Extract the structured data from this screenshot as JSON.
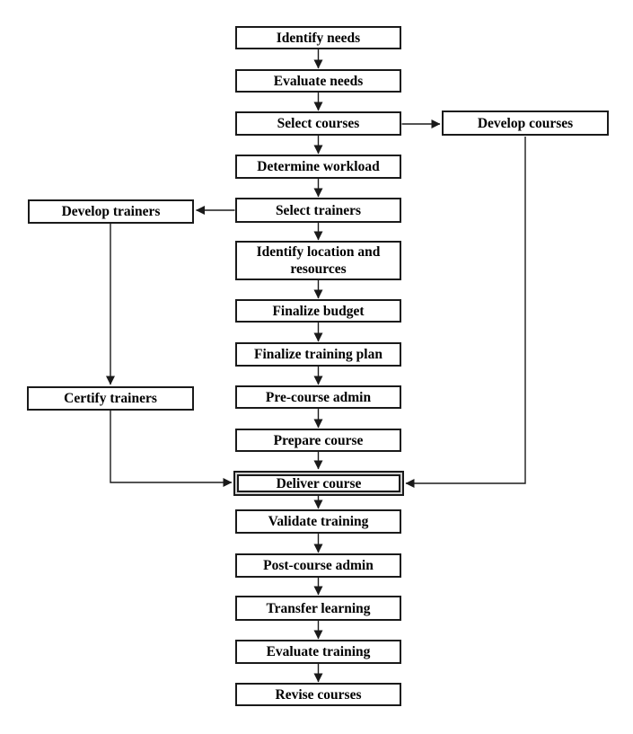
{
  "diagram": {
    "type": "flowchart",
    "background_color": "#ffffff",
    "box_border_color": "#1a1a1a",
    "text_color": "#000000",
    "main_flow": [
      {
        "label": "Identify needs"
      },
      {
        "label": "Evaluate needs"
      },
      {
        "label": "Select courses"
      },
      {
        "label": "Determine workload"
      },
      {
        "label": "Select trainers"
      },
      {
        "label": "Identify location and resources"
      },
      {
        "label": "Finalize budget"
      },
      {
        "label": "Finalize training plan"
      },
      {
        "label": "Pre-course admin"
      },
      {
        "label": "Prepare course"
      },
      {
        "label": "Deliver course",
        "emphasis": "double-border"
      },
      {
        "label": "Validate training"
      },
      {
        "label": "Post-course admin"
      },
      {
        "label": "Transfer learning"
      },
      {
        "label": "Evaluate training"
      },
      {
        "label": "Revise courses"
      }
    ],
    "side_nodes": [
      {
        "label": "Develop courses",
        "side": "right"
      },
      {
        "label": "Develop trainers",
        "side": "left"
      },
      {
        "label": "Certify trainers",
        "side": "left"
      }
    ],
    "edges": [
      {
        "from": "Identify needs",
        "to": "Evaluate needs"
      },
      {
        "from": "Evaluate needs",
        "to": "Select courses"
      },
      {
        "from": "Select courses",
        "to": "Determine workload"
      },
      {
        "from": "Select courses",
        "to": "Develop courses"
      },
      {
        "from": "Determine workload",
        "to": "Select trainers"
      },
      {
        "from": "Select trainers",
        "to": "Identify location and resources"
      },
      {
        "from": "Select trainers",
        "to": "Develop trainers"
      },
      {
        "from": "Develop trainers",
        "to": "Certify trainers"
      },
      {
        "from": "Identify location and resources",
        "to": "Finalize budget"
      },
      {
        "from": "Finalize budget",
        "to": "Finalize training plan"
      },
      {
        "from": "Finalize training plan",
        "to": "Pre-course admin"
      },
      {
        "from": "Pre-course admin",
        "to": "Prepare course"
      },
      {
        "from": "Prepare course",
        "to": "Deliver course"
      },
      {
        "from": "Certify trainers",
        "to": "Deliver course"
      },
      {
        "from": "Develop courses",
        "to": "Deliver course"
      },
      {
        "from": "Deliver course",
        "to": "Validate training"
      },
      {
        "from": "Validate training",
        "to": "Post-course admin"
      },
      {
        "from": "Post-course admin",
        "to": "Transfer learning"
      },
      {
        "from": "Transfer learning",
        "to": "Evaluate training"
      },
      {
        "from": "Evaluate training",
        "to": "Revise courses"
      }
    ]
  }
}
